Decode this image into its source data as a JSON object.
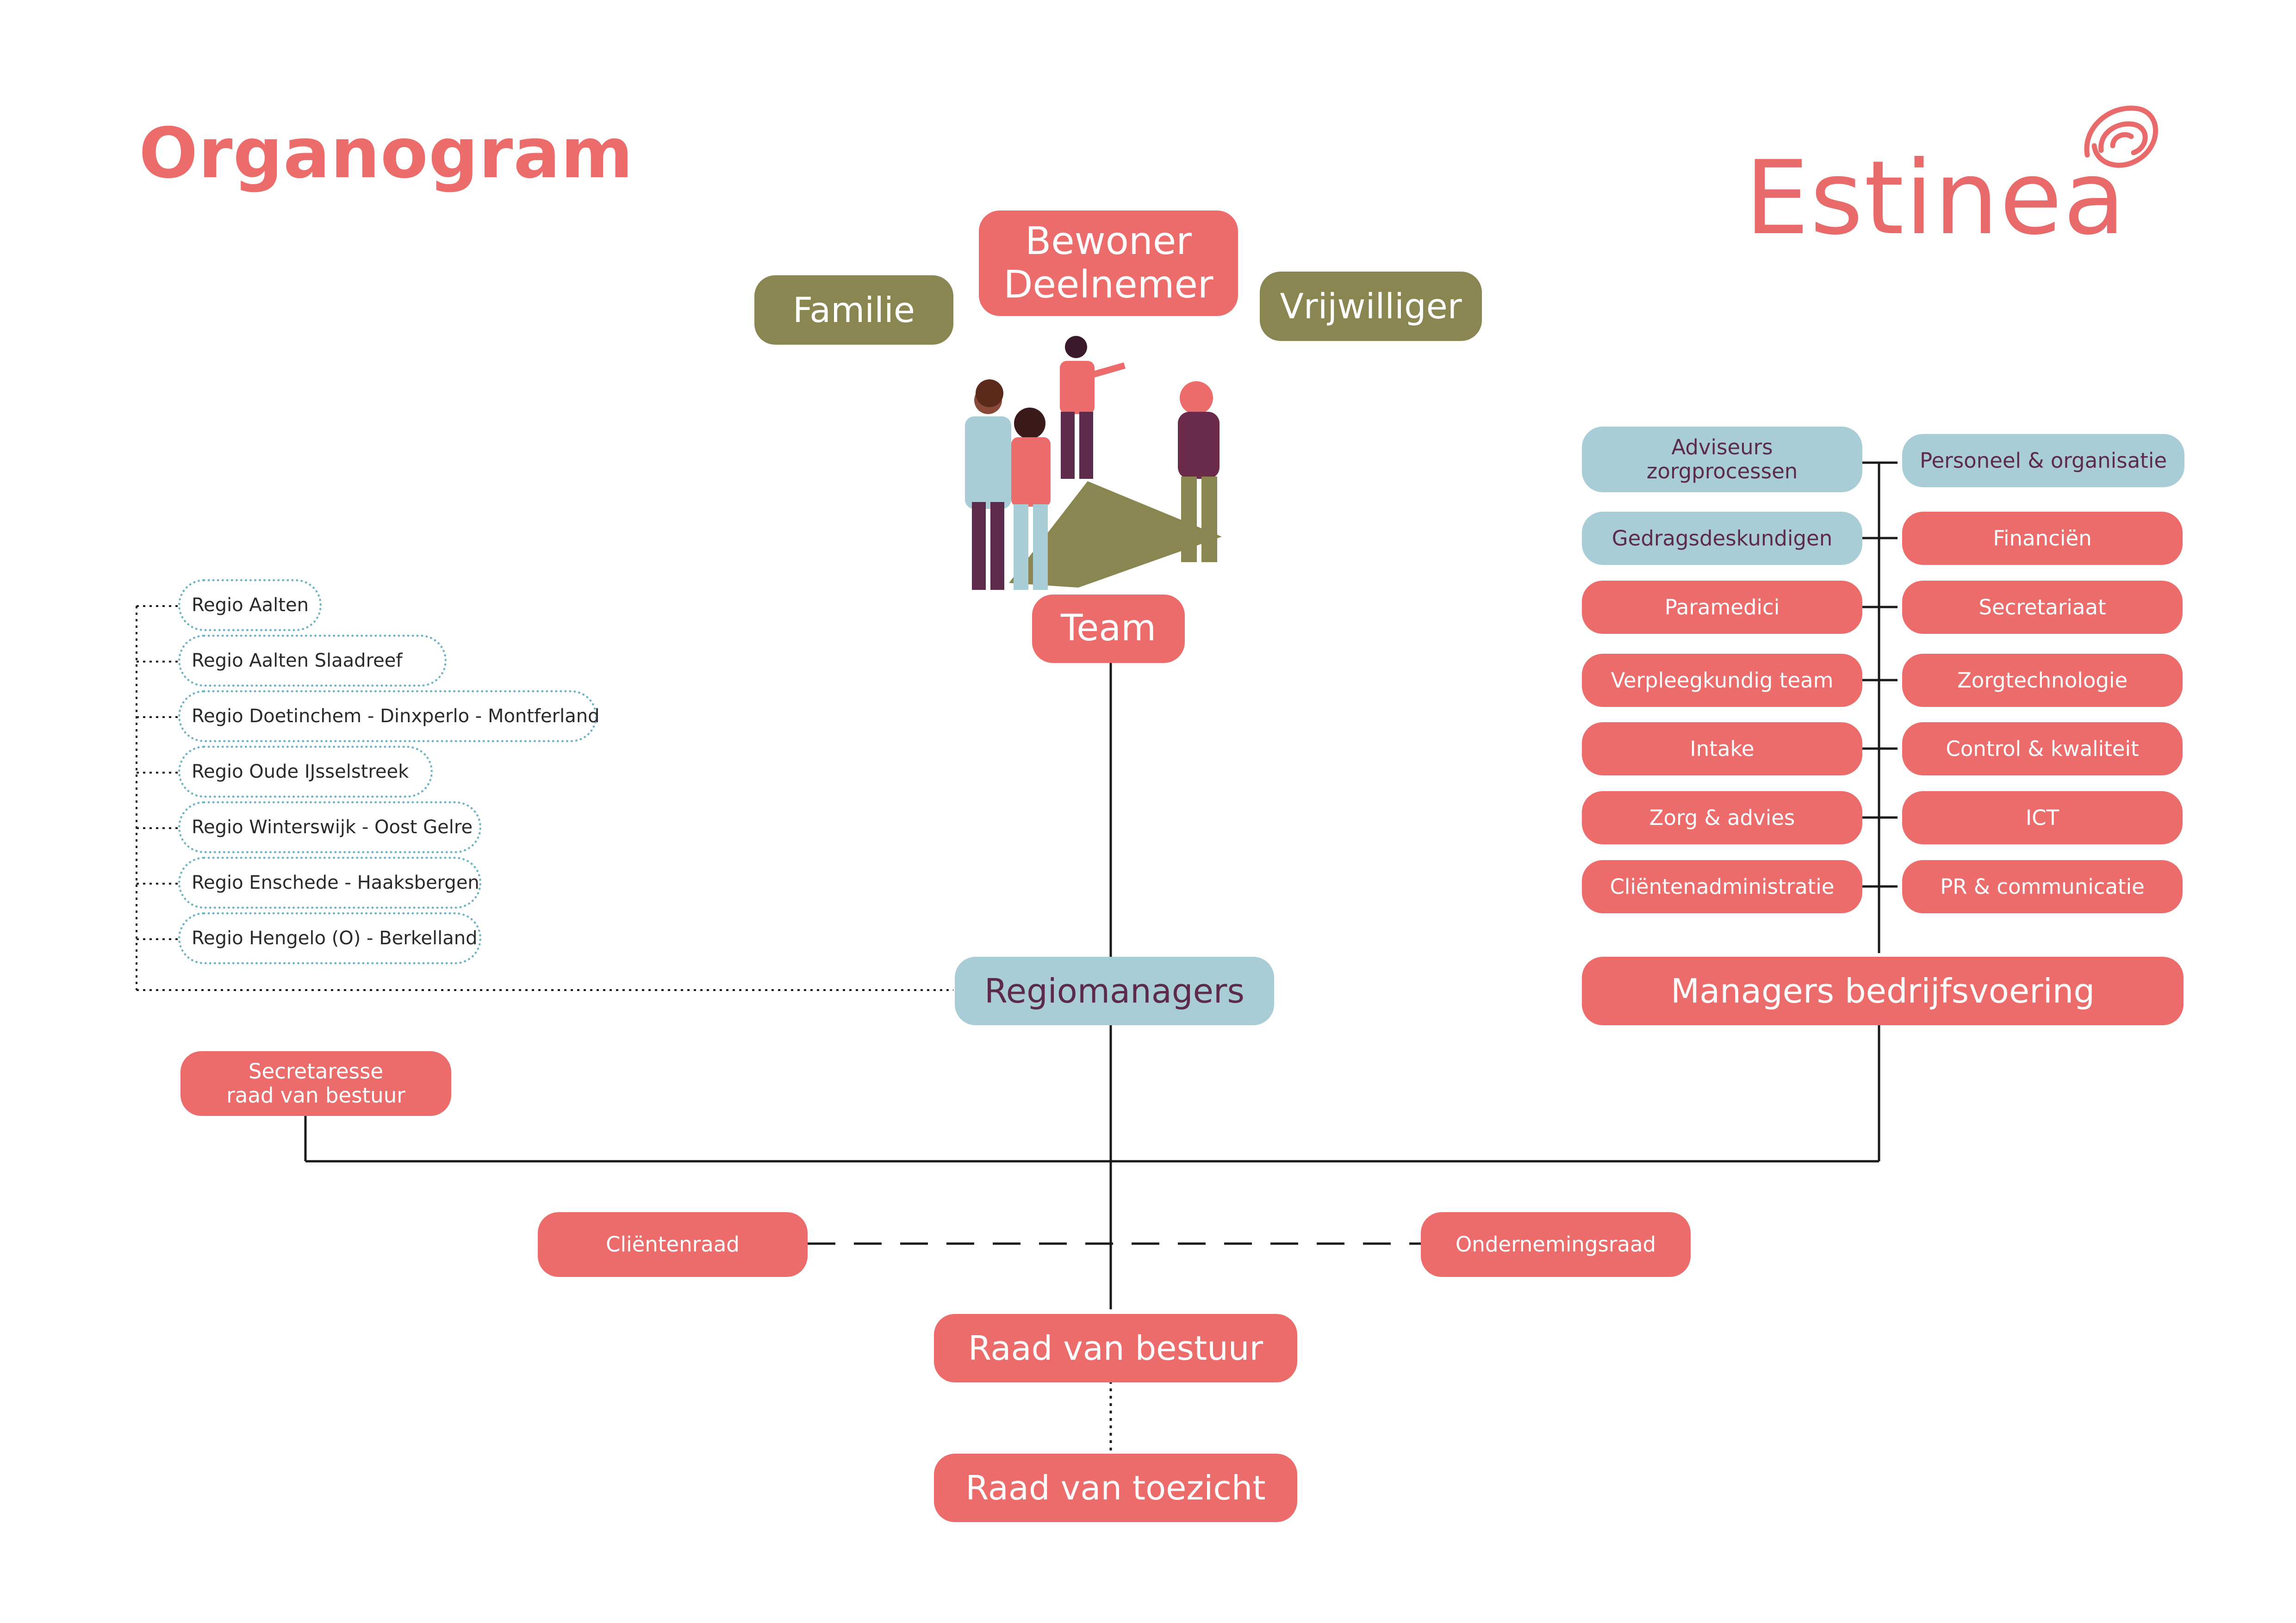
{
  "title": "Organogram",
  "logo": {
    "text": "Estinea",
    "icon": "spiral-logo-icon"
  },
  "top": {
    "bewoner": "Bewoner\nDeelnemer",
    "familie": "Familie",
    "vrijwilliger": "Vrijwilliger",
    "team": "Team",
    "illustration": "people-group-illustration"
  },
  "regios": [
    "Regio Aalten",
    "Regio Aalten Slaadreef",
    "Regio Doetinchem - Dinxperlo - Montferland",
    "Regio Oude IJsselstreek",
    "Regio Winterswijk - Oost Gelre",
    "Regio Enschede - Haaksbergen",
    "Regio Hengelo (O) - Berkelland"
  ],
  "left_column": [
    "Adviseurs\nzorgprocessen",
    "Gedragsdeskundigen",
    "Paramedici",
    "Verpleegkundig team",
    "Intake",
    "Zorg & advies",
    "Cliëntenadministratie"
  ],
  "right_column": [
    "Personeel & organisatie",
    "Financiën",
    "Secretariaat",
    "Zorgtechnologie",
    "Control & kwaliteit",
    "ICT",
    "PR & communicatie"
  ],
  "regiomanagers": "Regiomanagers",
  "managers_bedrijfsvoering": "Managers bedrijfsvoering",
  "secretaresse": "Secretaresse\nraad van bestuur",
  "clientenraad": "Cliëntenraad",
  "ondernemingsraad": "Ondernemingsraad",
  "raad_van_bestuur": "Raad van bestuur",
  "raad_van_toezicht": "Raad van toezicht",
  "colors": {
    "red": "#ec6b6b",
    "olive": "#8a8651",
    "blue": "#a8cdd6",
    "purple": "#5c2a4a"
  }
}
